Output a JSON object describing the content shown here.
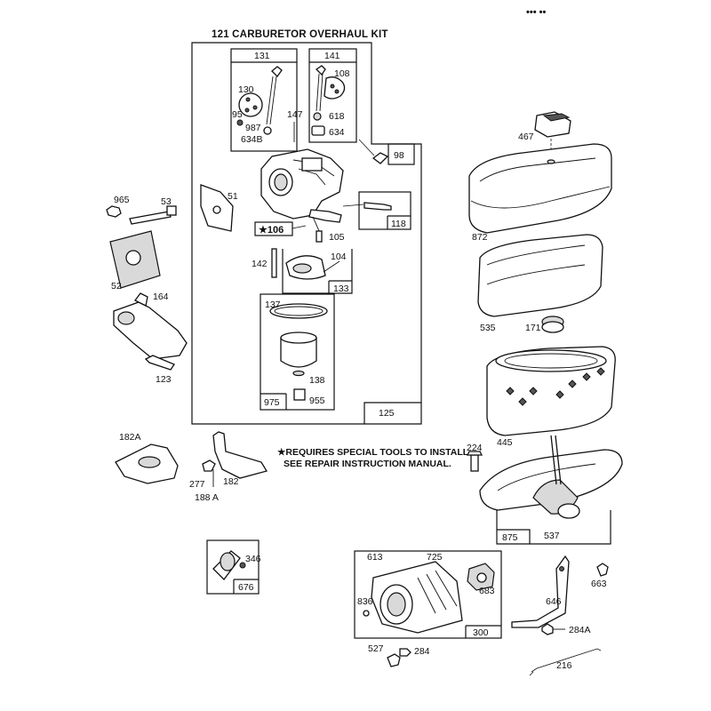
{
  "header": {
    "corner_mark": "••• ••",
    "kit_title": "121 CARBURETOR OVERHAUL KIT"
  },
  "note": {
    "line1": "★REQUIRES SPECIAL TOOLS TO INSTALL.",
    "line2": "SEE REPAIR INSTRUCTION MANUAL."
  },
  "boxes": {
    "b131": "131",
    "b141": "141",
    "b98": "98",
    "b118": "118",
    "b106": "★106",
    "b133": "133",
    "b975": "975",
    "b125": "125",
    "b875": "875",
    "b676": "676",
    "b300": "300"
  },
  "labels": {
    "p130": "130",
    "p95": "95",
    "p987": "987",
    "p634B": "634B",
    "p108": "108",
    "p147": "147",
    "p618": "618",
    "p634": "634",
    "p965": "965",
    "p53": "53",
    "p51": "51",
    "p105": "105",
    "p142": "142",
    "p104": "104",
    "p52": "52",
    "p164": "164",
    "p123": "123",
    "p137": "137",
    "p138": "138",
    "p955": "955",
    "p467": "467",
    "p872": "872",
    "p535": "535",
    "p171": "171",
    "p445": "445",
    "p224": "224",
    "p537": "537",
    "p182A": "182A",
    "p277": "277",
    "p182": "182",
    "p188A": "188 A",
    "p346": "346",
    "p613": "613",
    "p725": "725",
    "p683": "683",
    "p836": "836",
    "p527": "527",
    "p284": "284",
    "p646": "646",
    "p663": "663",
    "p284A": "284A",
    "p216": "216"
  }
}
